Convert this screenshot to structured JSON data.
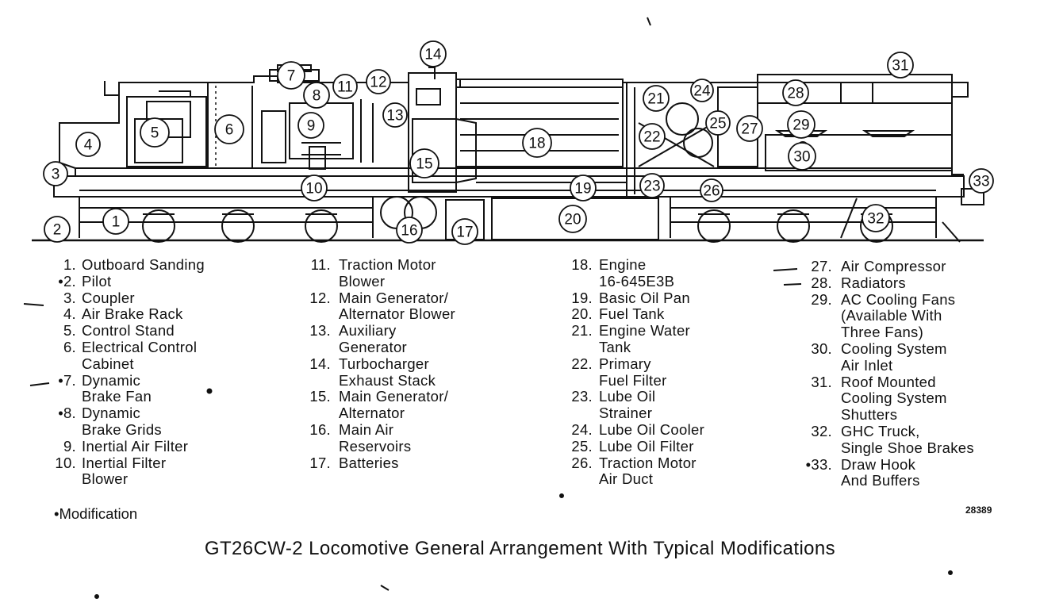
{
  "caption": "GT26CW-2 Locomotive General Arrangement With Typical Modifications",
  "footnote": "•Modification",
  "figure_number": "28389",
  "legend": {
    "col1": [
      {
        "num": "1.",
        "lines": [
          "Outboard Sanding"
        ]
      },
      {
        "num": "•2.",
        "lines": [
          "Pilot"
        ]
      },
      {
        "num": "3.",
        "lines": [
          "Coupler"
        ]
      },
      {
        "num": "4.",
        "lines": [
          "Air Brake Rack"
        ]
      },
      {
        "num": "5.",
        "lines": [
          "Control Stand"
        ]
      },
      {
        "num": "6.",
        "lines": [
          "Electrical Control",
          "Cabinet"
        ]
      },
      {
        "num": "•7.",
        "lines": [
          "Dynamic",
          "Brake Fan"
        ]
      },
      {
        "num": "•8.",
        "lines": [
          "Dynamic",
          "Brake Grids"
        ]
      },
      {
        "num": "9.",
        "lines": [
          "Inertial Air Filter"
        ]
      },
      {
        "num": "10.",
        "lines": [
          "Inertial Filter",
          "Blower"
        ]
      }
    ],
    "col2": [
      {
        "num": "11.",
        "lines": [
          "Traction Motor",
          "Blower"
        ]
      },
      {
        "num": "12.",
        "lines": [
          "Main Generator/",
          "Alternator Blower"
        ]
      },
      {
        "num": "13.",
        "lines": [
          "Auxiliary",
          "Generator"
        ]
      },
      {
        "num": "14.",
        "lines": [
          "Turbocharger",
          "Exhaust Stack"
        ]
      },
      {
        "num": "15.",
        "lines": [
          "Main Generator/",
          "Alternator"
        ]
      },
      {
        "num": "16.",
        "lines": [
          "Main Air",
          "Reservoirs"
        ]
      },
      {
        "num": "17.",
        "lines": [
          "Batteries"
        ]
      }
    ],
    "col3": [
      {
        "num": "18.",
        "lines": [
          "Engine",
          "16-645E3B"
        ]
      },
      {
        "num": "19.",
        "lines": [
          "Basic Oil Pan"
        ]
      },
      {
        "num": "20.",
        "lines": [
          "Fuel Tank"
        ]
      },
      {
        "num": "21.",
        "lines": [
          "Engine Water",
          "Tank"
        ]
      },
      {
        "num": "22.",
        "lines": [
          "Primary",
          "Fuel Filter"
        ]
      },
      {
        "num": "23.",
        "lines": [
          "Lube Oil",
          "Strainer"
        ]
      },
      {
        "num": "24.",
        "lines": [
          "Lube Oil Cooler"
        ]
      },
      {
        "num": "25.",
        "lines": [
          "Lube Oil Filter"
        ]
      },
      {
        "num": "26.",
        "lines": [
          "Traction Motor",
          "Air Duct"
        ]
      }
    ],
    "col4": [
      {
        "num": "27.",
        "lines": [
          "Air Compressor"
        ]
      },
      {
        "num": "28.",
        "lines": [
          "Radiators"
        ]
      },
      {
        "num": "29.",
        "lines": [
          "AC Cooling Fans",
          "(Available With",
          "Three Fans)"
        ]
      },
      {
        "num": "30.",
        "lines": [
          "Cooling System",
          "Air Inlet"
        ]
      },
      {
        "num": "31.",
        "lines": [
          "Roof Mounted",
          "Cooling System",
          "Shutters"
        ]
      },
      {
        "num": "32.",
        "lines": [
          "GHC Truck,",
          "Single Shoe Brakes"
        ]
      },
      {
        "num": "•33.",
        "lines": [
          "Draw Hook",
          "And Buffers"
        ]
      }
    ]
  },
  "callouts": [
    "1",
    "2",
    "3",
    "4",
    "5",
    "6",
    "7",
    "8",
    "9",
    "10",
    "11",
    "12",
    "13",
    "14",
    "15",
    "16",
    "17",
    "18",
    "19",
    "20",
    "21",
    "22",
    "23",
    "24",
    "25",
    "26",
    "27",
    "28",
    "29",
    "30",
    "31",
    "32",
    "33"
  ]
}
